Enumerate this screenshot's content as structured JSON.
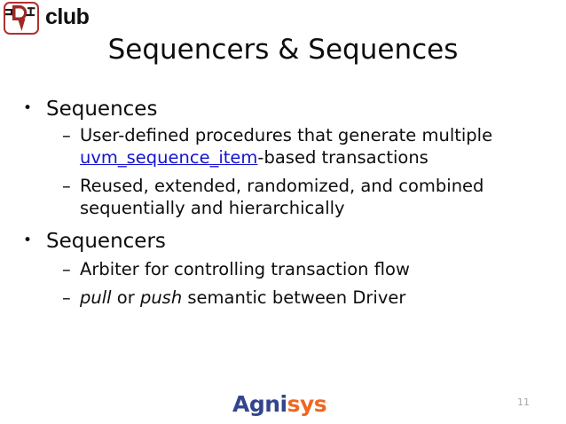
{
  "brand": {
    "mark_name": "dv-club-logo",
    "word": "club",
    "mark_colors": {
      "border": "#b03030",
      "letter_d": "#9e2a26",
      "letter_v": "#9e2a26",
      "circuit_line": "#1a1a1a"
    }
  },
  "title": "Sequencers & Sequences",
  "content": {
    "groups": [
      {
        "heading": "Sequences",
        "bullet_marker": "•",
        "items": [
          {
            "dash": "–",
            "parts": [
              {
                "text": "User-defined procedures that generate multiple ",
                "style": "plain"
              },
              {
                "text": "uvm_sequence_item",
                "style": "link"
              },
              {
                "text": "-based transactions",
                "style": "plain"
              }
            ]
          },
          {
            "dash": "–",
            "parts": [
              {
                "text": "Reused, extended, randomized, and combined sequentially and hierarchically",
                "style": "plain"
              }
            ]
          }
        ]
      },
      {
        "heading": "Sequencers",
        "bullet_marker": "•",
        "items": [
          {
            "dash": "–",
            "parts": [
              {
                "text": "Arbiter for controlling transaction flow",
                "style": "plain"
              }
            ]
          },
          {
            "dash": "–",
            "parts": [
              {
                "text": "pull",
                "style": "italic"
              },
              {
                "text": " or ",
                "style": "plain"
              },
              {
                "text": "push",
                "style": "italic"
              },
              {
                "text": " semantic between Driver",
                "style": "plain"
              }
            ]
          }
        ]
      }
    ]
  },
  "footer": {
    "logo_primary": "Agni",
    "logo_secondary": "sys",
    "logo_primary_color": "#33458c",
    "logo_secondary_color": "#ef6722",
    "page_number": "11"
  }
}
